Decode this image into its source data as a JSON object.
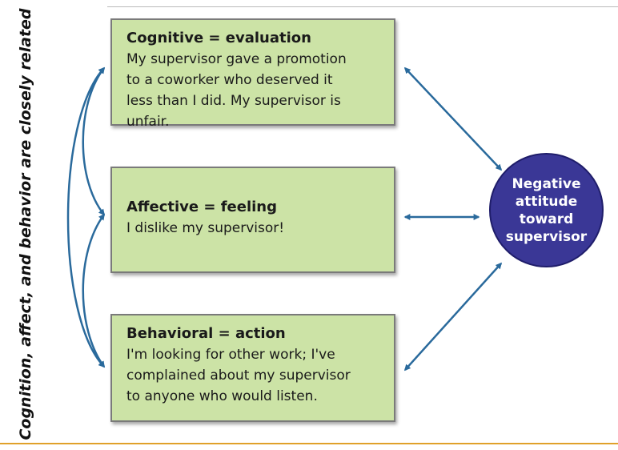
{
  "side_label": "Cognition, affect, and behavior are closely related",
  "components": [
    {
      "title": "Cognitive = evaluation",
      "body": "My supervisor gave a promotion\nto a coworker who deserved it\nless than I did. My supervisor is unfair."
    },
    {
      "title": "Affective = feeling",
      "body": "I dislike my supervisor!"
    },
    {
      "title": "Behavioral = action",
      "body": "I'm looking for other work; I've\ncomplained about my supervisor\nto anyone who would listen."
    }
  ],
  "outcome": "Negative\nattitude\ntoward\nsupervisor",
  "colors": {
    "box_fill": "#cce3a6",
    "circle_fill": "#3a3796",
    "arrow": "#2a6a9c",
    "bottom_rule": "#e0a12a"
  }
}
